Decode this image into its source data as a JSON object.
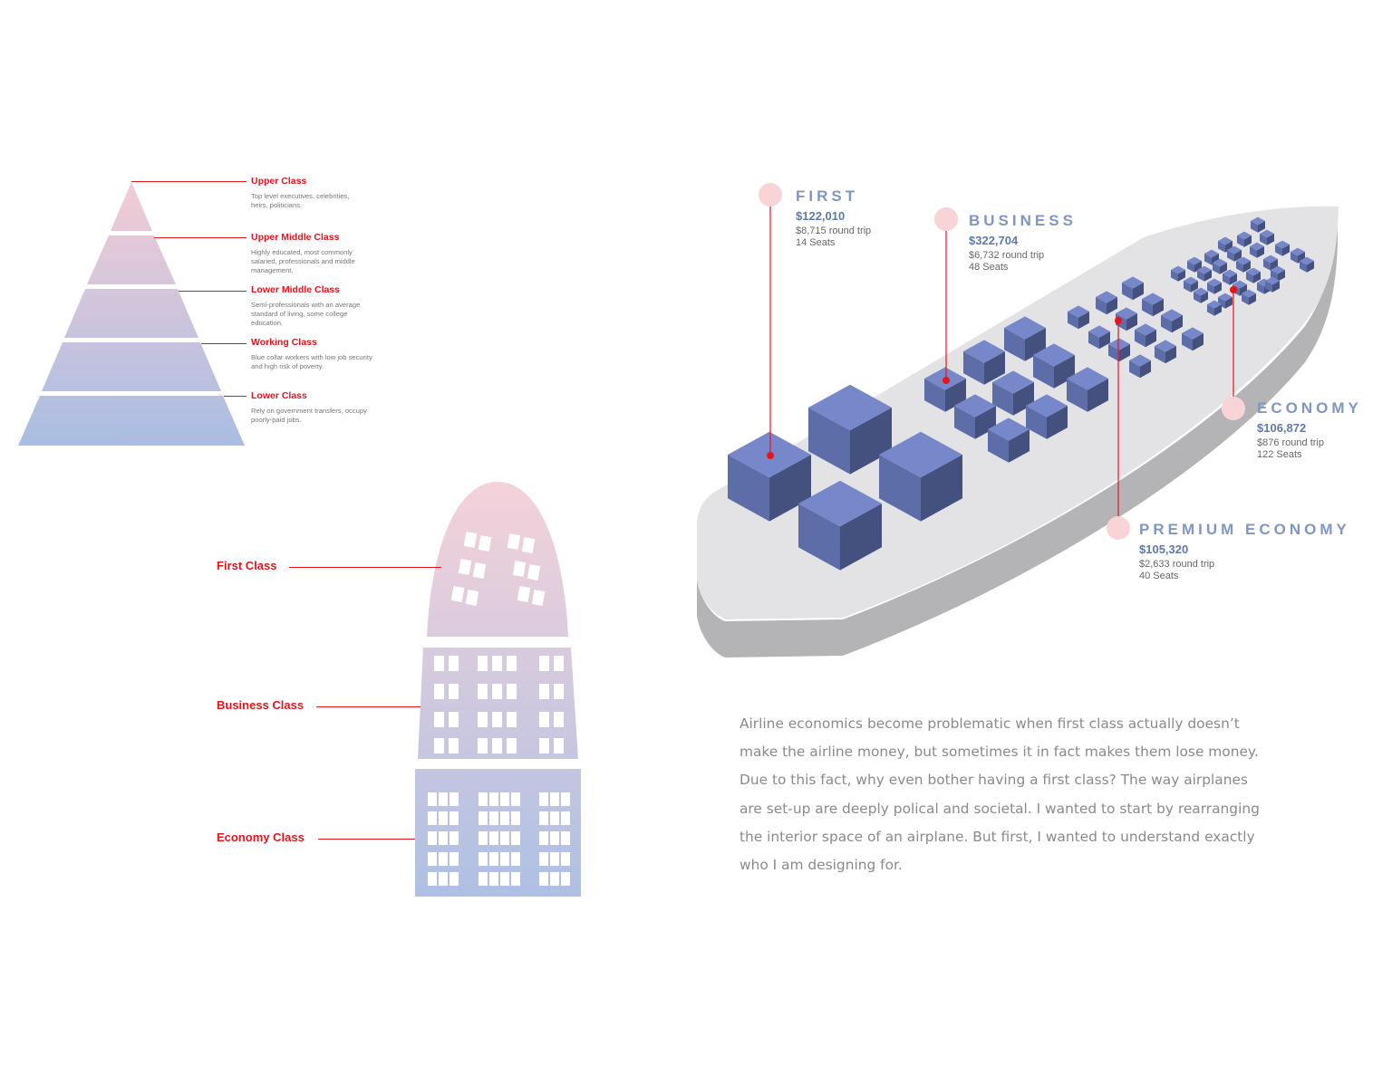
{
  "pyramid": {
    "levels": [
      {
        "title": "Upper Class",
        "desc": "Top level executives, celebrities, heirs, politicians."
      },
      {
        "title": "Upper Middle Class",
        "desc": "Highly educated, most commonly salaried, professionals and middle management."
      },
      {
        "title": "Lower Middle Class",
        "desc": "Semi-professionals with an average standard of living, some college education."
      },
      {
        "title": "Working Class",
        "desc": "Blue collar workers with low job security and high risk of poverty."
      },
      {
        "title": "Lower Class",
        "desc": "Rely on government transfers, occupy poorly-paid jobs."
      }
    ]
  },
  "building": {
    "labels": [
      "First Class",
      "Business Class",
      "Economy Class"
    ]
  },
  "cabins": {
    "first": {
      "name": "FIRST",
      "total": "$122,010",
      "fare": "$8,715 round trip",
      "seats": "14 Seats"
    },
    "business": {
      "name": "BUSINESS",
      "total": "$322,704",
      "fare": "$6,732 round trip",
      "seats": "48 Seats"
    },
    "economy": {
      "name": "ECONOMY",
      "total": "$106,872",
      "fare": "$876 round trip",
      "seats": "122 Seats"
    },
    "premium": {
      "name": "PREMIUM ECONOMY",
      "total": "$105,320",
      "fare": "$2,633 round trip",
      "seats": "40 Seats"
    }
  },
  "paragraph": "Airline economics become problematic when first class actually doesn’t make the airline money, but sometimes it in fact makes them lose money. Due to this fact, why even bother having a first class? The way airplanes are set-up are deeply polical and societal. I wanted to start by rearranging the interior space of an airplane. But first, I wanted to understand exactly who I am designing for.",
  "colors": {
    "accent_red": "#e8141b",
    "gradient_top": "#f3ccd5",
    "gradient_bottom": "#a9bde3",
    "cube_top": "#7688c9",
    "cube_left": "#5d6da7",
    "cube_right": "#44517f",
    "cabin_label": "#7f97c2",
    "callout_dot": "#f9d4d7"
  }
}
